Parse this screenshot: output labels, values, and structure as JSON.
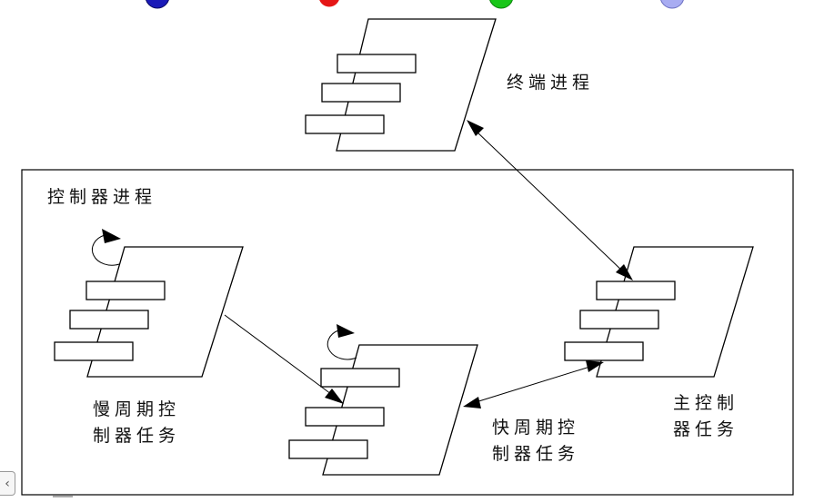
{
  "toolbar": {
    "dots": [
      {
        "name": "blue-pen-dot",
        "color": "#1a1ab8"
      },
      {
        "name": "red-pen-dot",
        "color": "#e51616"
      },
      {
        "name": "green-pen-dot",
        "color": "#18c618"
      },
      {
        "name": "lavender-pen-dot",
        "color": "#a8acf2"
      }
    ]
  },
  "labels": {
    "terminal_process": "终端进程",
    "controller_process": "控制器进程",
    "slow_task_line1": "慢周期控",
    "slow_task_line2": "制器任务",
    "fast_task_line1": "快周期控",
    "fast_task_line2": "制器任务",
    "main_task_line1": "主控制",
    "main_task_line2": "器任务"
  },
  "colors": {
    "stroke": "#000000",
    "background": "#ffffff"
  },
  "navigation": {
    "prev_icon": "‹"
  }
}
